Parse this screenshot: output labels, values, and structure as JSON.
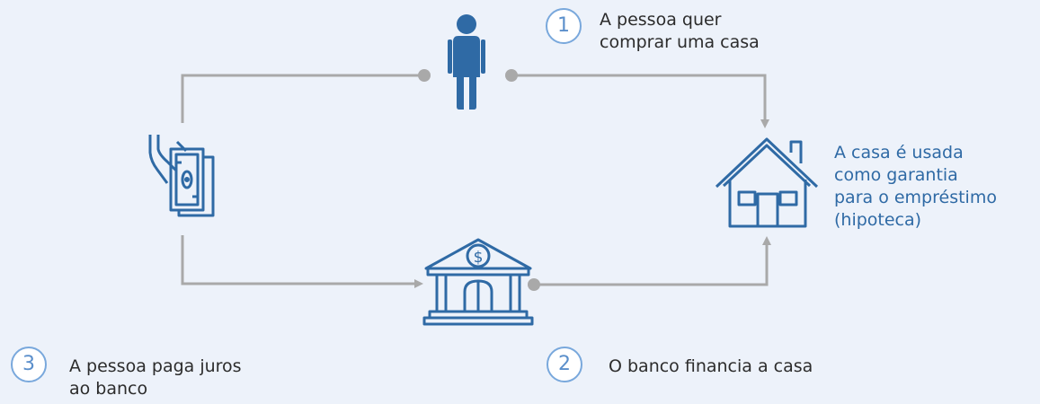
{
  "steps": [
    {
      "number": "1",
      "text_line1": "A pessoa quer",
      "text_line2": "comprar uma casa"
    },
    {
      "number": "2",
      "text_line1": "O banco financia a casa"
    },
    {
      "number": "3",
      "text_line1": "A pessoa paga juros",
      "text_line2": "ao banco"
    }
  ],
  "house_label": {
    "line1": "A casa é usada",
    "line2": "como garantia",
    "line3": "para o empréstimo",
    "line4": "(hipoteca)"
  },
  "icons": [
    "person-icon",
    "house-icon",
    "bank-icon",
    "money-hand-icon"
  ],
  "colors": {
    "background": "#edf2fa",
    "icon_blue": "#2f6aa5",
    "connector_gray": "#a9a9a9",
    "badge_border": "#79a8dc",
    "label_text": "#2c2c2c"
  }
}
